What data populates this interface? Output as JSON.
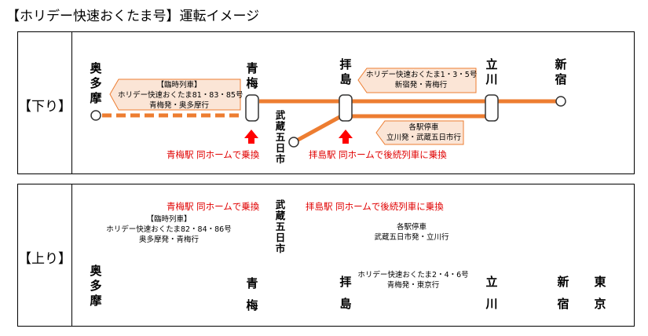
{
  "title": "【ホリデー快速おくたま号】運転イメージ",
  "colors": {
    "line": "#ED7D31",
    "callout_fill": "#FBE5D6",
    "callout_stroke": "#ED7D31",
    "arrow": "#FF0000",
    "note_text": "#E00000"
  },
  "down": {
    "label": "【下り】",
    "stations": {
      "okutama": "奥多摩",
      "ome": "青梅",
      "haijima": "拝島",
      "tachikawa": "立川",
      "shinjuku": "新宿",
      "musashi_itsukaichi": "武蔵五日市"
    },
    "callouts": {
      "rinji": [
        "【臨時列車】",
        "ホリデー快速おくたま81・83・85号",
        "青梅発・奥多摩行"
      ],
      "holiday": [
        "ホリデー快速おくたま1・3・5号",
        "新宿発・青梅行"
      ],
      "local": [
        "各駅停車",
        "立川発・武蔵五日市行"
      ]
    },
    "notes": {
      "ome": "青梅駅 同ホームで乗換",
      "haijima": "拝島駅 同ホームで後続列車に乗換"
    }
  },
  "up": {
    "label": "【上り】",
    "stations": {
      "okutama": "奥多摩",
      "ome": "青梅",
      "haijima": "拝島",
      "tachikawa": "立川",
      "shinjuku": "新宿",
      "tokyo": "東京",
      "musashi_itsukaichi": "武蔵五日市"
    },
    "callouts": {
      "rinji": [
        "【臨時列車】",
        "ホリデー快速おくたま82・84・86号",
        "奥多摩発・青梅行"
      ],
      "local": [
        "各駅停車",
        "武蔵五日市発・立川行"
      ],
      "holiday": [
        "ホリデー快速おくたま2・4・6号",
        "青梅発・東京行"
      ]
    },
    "notes": {
      "ome": "青梅駅 同ホームで乗換",
      "haijima": "拝島駅 同ホームで後続列車に乗換"
    }
  }
}
